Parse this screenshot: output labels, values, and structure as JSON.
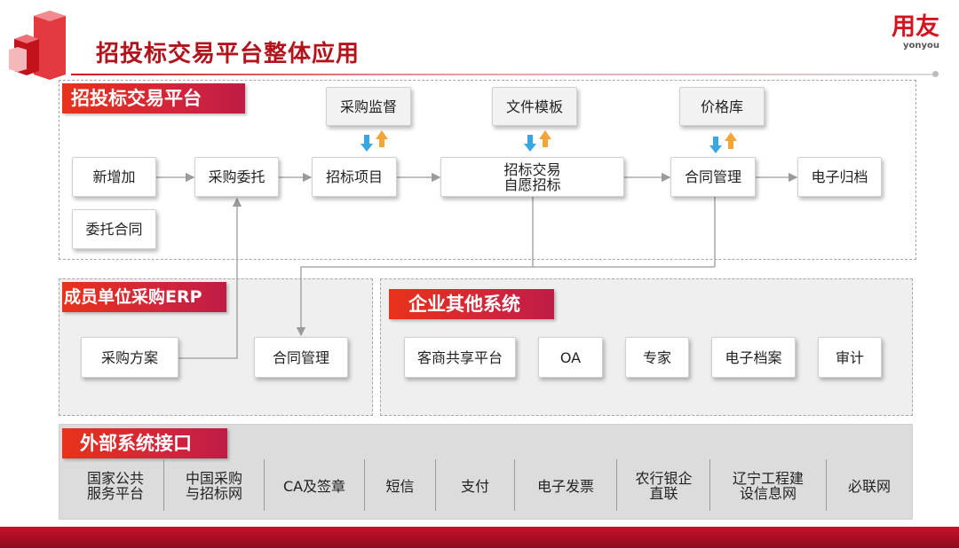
{
  "title": "招投标交易平台整体应用",
  "brand": {
    "name_cn": "用友",
    "name_en": "yonyou"
  },
  "platform": {
    "header": "招投标交易平台",
    "nodes": {
      "new_add": "新增加",
      "purchase_entrust": "采购委托",
      "bid_project": "招标项目",
      "bid_trade_line1": "招标交易",
      "bid_trade_line2": "自愿招标",
      "contract_mgmt": "合同管理",
      "e_archive": "电子归档",
      "entrust_contract": "委托合同"
    },
    "top_services": {
      "purchase_supervision": "采购监督",
      "file_template": "文件模板",
      "price_library": "价格库"
    }
  },
  "erp": {
    "header": "成员单位采购ERP",
    "nodes": {
      "purchase_plan": "采购方案",
      "contract_mgmt": "合同管理"
    }
  },
  "other_systems": {
    "header": "企业其他系统",
    "items": [
      "客商共享平台",
      "OA",
      "专家",
      "电子档案",
      "审计"
    ]
  },
  "external": {
    "header": "外部系统接口",
    "items": [
      {
        "l1": "国家公共",
        "l2": "服务平台"
      },
      {
        "l1": "中国采购",
        "l2": "与招标网"
      },
      {
        "l1": "CA及签章",
        "l2": ""
      },
      {
        "l1": "短信",
        "l2": ""
      },
      {
        "l1": "支付",
        "l2": ""
      },
      {
        "l1": "电子发票",
        "l2": ""
      },
      {
        "l1": "农行银企",
        "l2": "直联"
      },
      {
        "l1": "辽宁工程建",
        "l2": "设信息网"
      },
      {
        "l1": "必联网",
        "l2": ""
      }
    ]
  },
  "colors": {
    "accent_red": "#d4141e",
    "arrow_blue": "#3aa7e0",
    "arrow_orange": "#f4a53a",
    "line_gray": "#9a9a9a"
  }
}
